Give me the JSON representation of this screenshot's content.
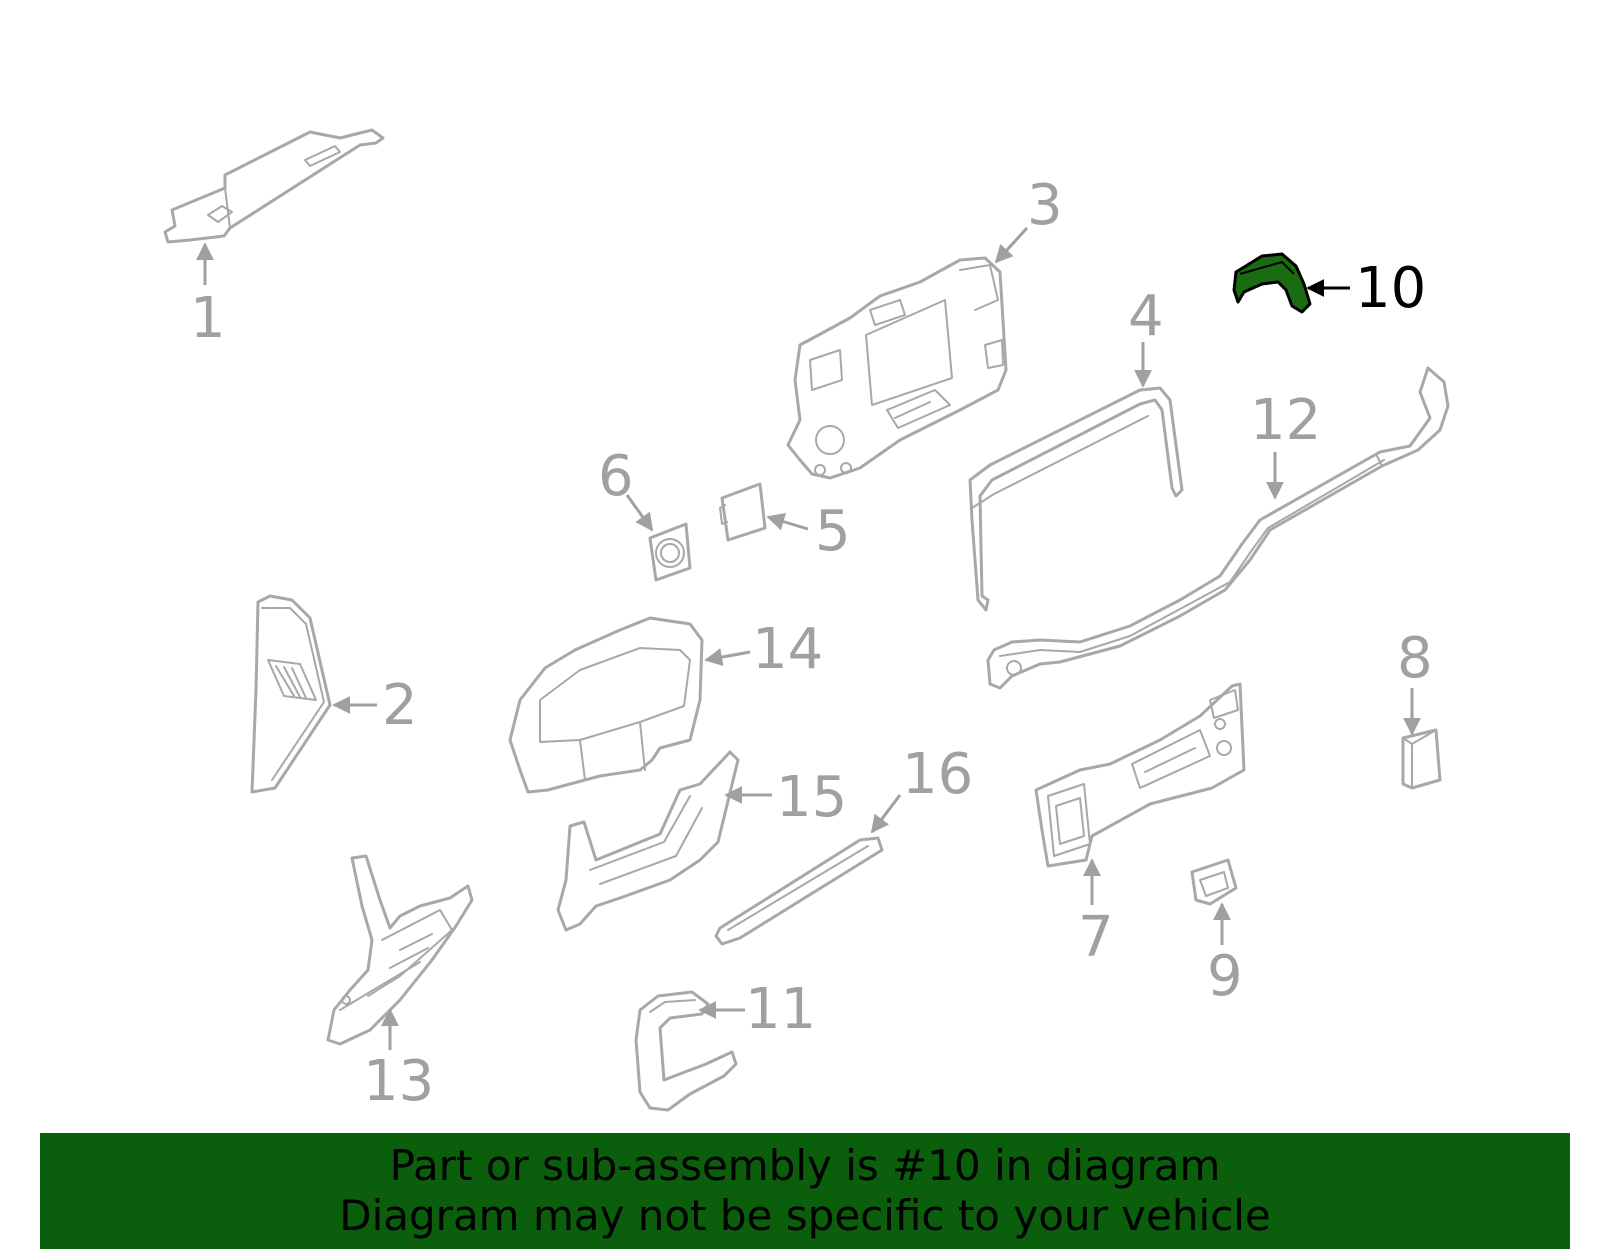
{
  "diagram": {
    "highlighted_part": "10",
    "highlight_color": "#1a6b12",
    "line_color": "#a8a8a8",
    "callouts": {
      "c1": "1",
      "c2": "2",
      "c3": "3",
      "c4": "4",
      "c5": "5",
      "c6": "6",
      "c7": "7",
      "c8": "8",
      "c9": "9",
      "c10": "10",
      "c11": "11",
      "c12": "12",
      "c13": "13",
      "c14": "14",
      "c15": "15",
      "c16": "16"
    }
  },
  "banner": {
    "line1": "Part or sub-assembly is #10 in diagram",
    "line2": "Diagram may not be specific to your vehicle",
    "background": "#0b5e0b"
  }
}
